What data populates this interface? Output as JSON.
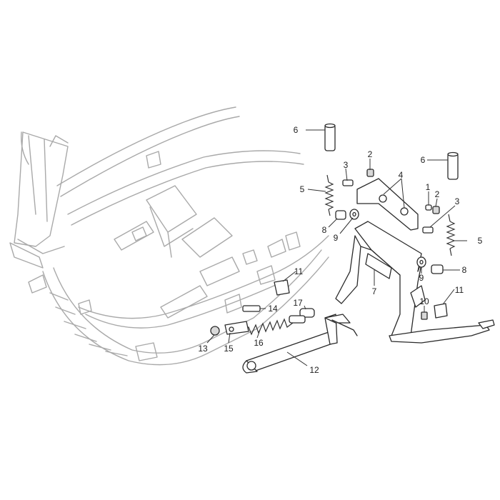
{
  "diagram": {
    "callouts": [
      {
        "id": "c6a",
        "label": "6"
      },
      {
        "id": "c6b",
        "label": "6"
      },
      {
        "id": "c3a",
        "label": "3"
      },
      {
        "id": "c2a",
        "label": "2"
      },
      {
        "id": "c4",
        "label": "4"
      },
      {
        "id": "c1",
        "label": "1"
      },
      {
        "id": "c2b",
        "label": "2"
      },
      {
        "id": "c3b",
        "label": "3"
      },
      {
        "id": "c5a",
        "label": "5"
      },
      {
        "id": "c5b",
        "label": "5"
      },
      {
        "id": "c8a",
        "label": "8"
      },
      {
        "id": "c9a",
        "label": "9"
      },
      {
        "id": "c9b",
        "label": "9"
      },
      {
        "id": "c8b",
        "label": "8"
      },
      {
        "id": "c7",
        "label": "7"
      },
      {
        "id": "c11a",
        "label": "11"
      },
      {
        "id": "c11b",
        "label": "11"
      },
      {
        "id": "c10",
        "label": "10"
      },
      {
        "id": "c14",
        "label": "14"
      },
      {
        "id": "c17",
        "label": "17"
      },
      {
        "id": "c16",
        "label": "16"
      },
      {
        "id": "c15",
        "label": "15"
      },
      {
        "id": "c13",
        "label": "13"
      },
      {
        "id": "c12",
        "label": "12"
      }
    ]
  }
}
